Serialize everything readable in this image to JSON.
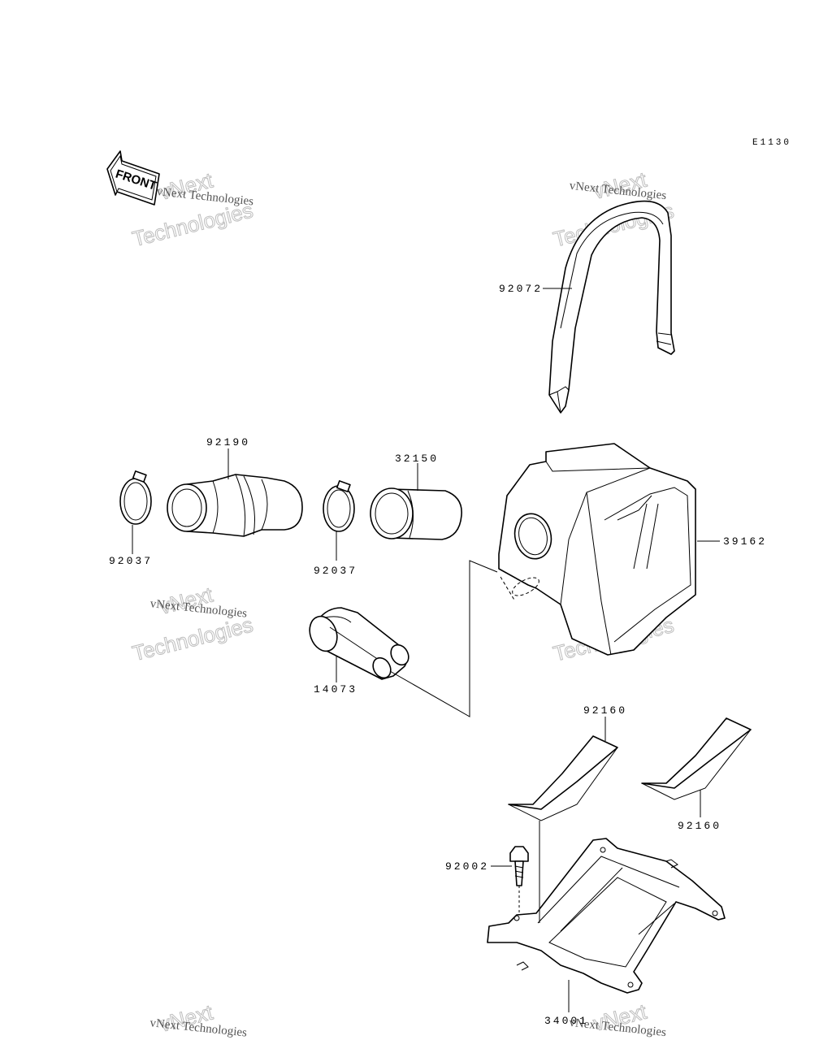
{
  "diagram_code": "E1130",
  "front_label": "FRONT",
  "watermark": {
    "line1": "vNext",
    "line2": "Technologies",
    "small": "vNext Technologies"
  },
  "parts": {
    "strap": "92072",
    "duct_large": "92190",
    "duct_small": "32150",
    "clamp_left": "92037",
    "clamp_mid": "92037",
    "inlet_pipe": "14073",
    "air_box": "39162",
    "damper_top": "92160",
    "damper_right": "92160",
    "bolt": "92002",
    "bracket": "34001"
  }
}
